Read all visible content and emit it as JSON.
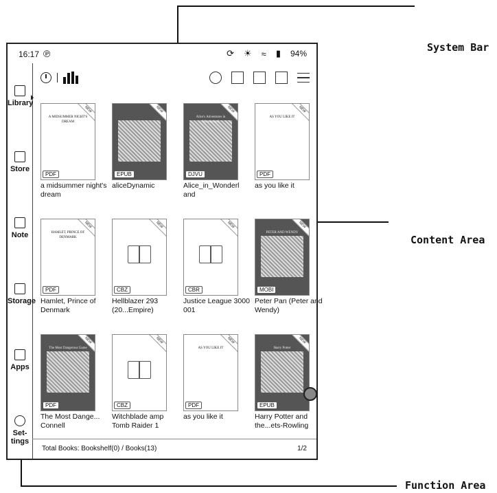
{
  "status": {
    "time": "16:17",
    "app_letter": "℗",
    "battery": "94%"
  },
  "sidebar": [
    {
      "label": "Library",
      "name": "sidebar-item-library"
    },
    {
      "label": "Store",
      "name": "sidebar-item-store"
    },
    {
      "label": "Note",
      "name": "sidebar-item-note"
    },
    {
      "label": "Storage",
      "name": "sidebar-item-storage"
    },
    {
      "label": "Apps",
      "name": "sidebar-item-apps"
    },
    {
      "label": "Set-\ntings",
      "name": "sidebar-item-settings"
    }
  ],
  "books": [
    {
      "title": "a midsummer night's dream",
      "format": "PDF",
      "cover_text": "A MIDSUMMER NIGHT'S DREAM",
      "ribbon": "NEW"
    },
    {
      "title": "aliceDynamic",
      "format": "EPUB",
      "cover_text": "",
      "ribbon": "NEW"
    },
    {
      "title": "Alice_in_Wonderl and",
      "format": "DJVU",
      "cover_text": "Alice's Adventures in Wonderland",
      "ribbon": "NEW"
    },
    {
      "title": "as you like it",
      "format": "PDF",
      "cover_text": "AS YOU LIKE IT",
      "ribbon": "NEW"
    },
    {
      "title": "Hamlet, Prince of Denmark",
      "format": "PDF",
      "cover_text": "HAMLET, PRINCE OF DENMARK",
      "ribbon": "NEW"
    },
    {
      "title": "Hellblazer 293 (20...Empire)",
      "format": "CBZ",
      "cover_text": "",
      "ribbon": "NEW"
    },
    {
      "title": "Justice League 3000 001",
      "format": "CBR",
      "cover_text": "",
      "ribbon": "NEW"
    },
    {
      "title": "Peter Pan (Peter and Wendy)",
      "format": "MOBI",
      "cover_text": "PETER AND WENDY",
      "ribbon": "NEW"
    },
    {
      "title": "The Most Dange... Connell",
      "format": "PDF",
      "cover_text": "The Most Dangerous Game",
      "ribbon": "NEW"
    },
    {
      "title": "Witchblade amp Tomb Raider 1",
      "format": "CBZ",
      "cover_text": "",
      "ribbon": "NEW"
    },
    {
      "title": "as you like it",
      "format": "PDF",
      "cover_text": "AS YOU LIKE IT",
      "ribbon": "NEW"
    },
    {
      "title": "Harry Potter and the...ets-Rowling",
      "format": "EPUB",
      "cover_text": "Harry Potter",
      "ribbon": "NEW"
    }
  ],
  "footer": {
    "total": "Total Books:  Bookshelf(0) / Books(13)",
    "page": "1/2"
  },
  "callouts": {
    "system_bar": "System Bar",
    "content_area": "Content Area",
    "function_area": "Function Area"
  }
}
